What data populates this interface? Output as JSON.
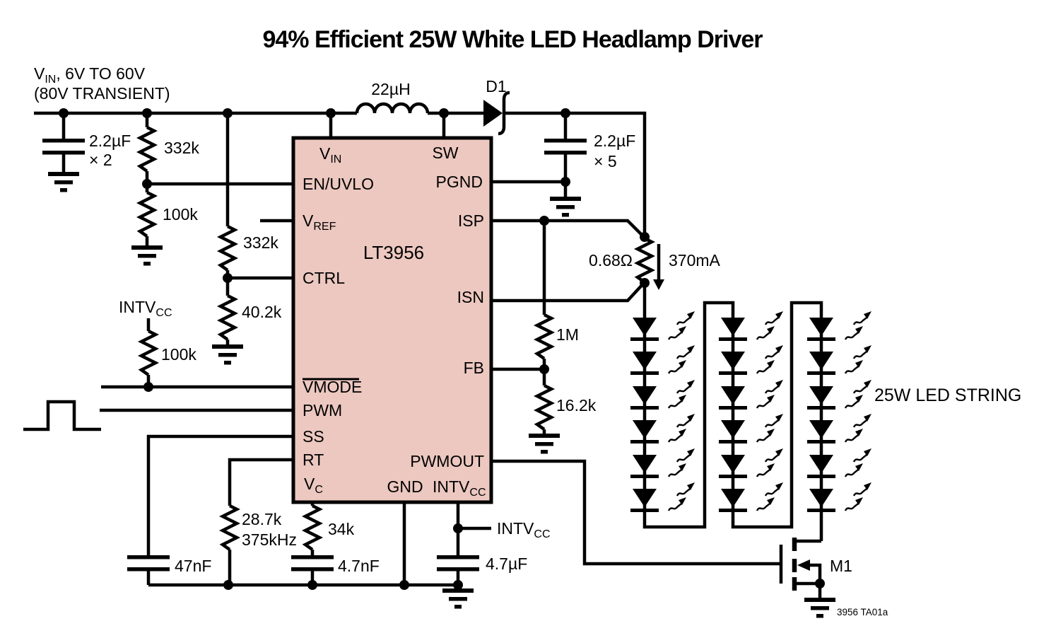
{
  "title": "94% Efficient 25W White LED Headlamp Driver",
  "source_note": "3956 TA01a",
  "input": {
    "rail_main": "V",
    "rail_sub": "IN",
    "rail_rest": ", 6V TO 60V",
    "rail_line2": "(80V TRANSIENT)",
    "cap_value": "2.2µF",
    "cap_mult": "× 2"
  },
  "uvlo_divider": {
    "top": "332k",
    "bottom": "100k"
  },
  "ctrl_divider": {
    "top": "332k",
    "bottom": "40.2k"
  },
  "vmode_pullup": {
    "rail_main": "INTV",
    "rail_sub": "CC",
    "value": "100k"
  },
  "inductor_value": "22µH",
  "diode_ref": "D1",
  "output_cap": {
    "value": "2.2µF",
    "mult": "× 5"
  },
  "sense": {
    "value": "0.68Ω",
    "current": "370mA"
  },
  "fb_divider": {
    "top": "1M",
    "bottom": "16.2k"
  },
  "rt_set": {
    "value": "28.7k",
    "freq": "375kHz"
  },
  "vc_comp": {
    "r": "34k",
    "c": "4.7nF"
  },
  "ss_cap": "47nF",
  "intvcc_cap": {
    "value": "4.7µF",
    "label_main": "INTV",
    "label_sub": "CC"
  },
  "mosfet_ref": "M1",
  "led_string": {
    "label": "25W LED STRING",
    "columns": 3,
    "leds_per_column": 6
  },
  "ic": {
    "name": "LT3956",
    "pins": {
      "vin": {
        "main": "V",
        "sub": "IN"
      },
      "en_uvlo": "EN/UVLO",
      "vref": {
        "main": "V",
        "sub": "REF"
      },
      "ctrl": "CTRL",
      "vmode": "VMODE",
      "pwm": "PWM",
      "ss": "SS",
      "rt": "RT",
      "vc": {
        "main": "V",
        "sub": "C"
      },
      "sw": "SW",
      "pgnd": "PGND",
      "isp": "ISP",
      "isn": "ISN",
      "fb": "FB",
      "pwmout": "PWMOUT",
      "gnd": "GND",
      "intvcc": {
        "main": "INTV",
        "sub": "CC"
      }
    }
  }
}
